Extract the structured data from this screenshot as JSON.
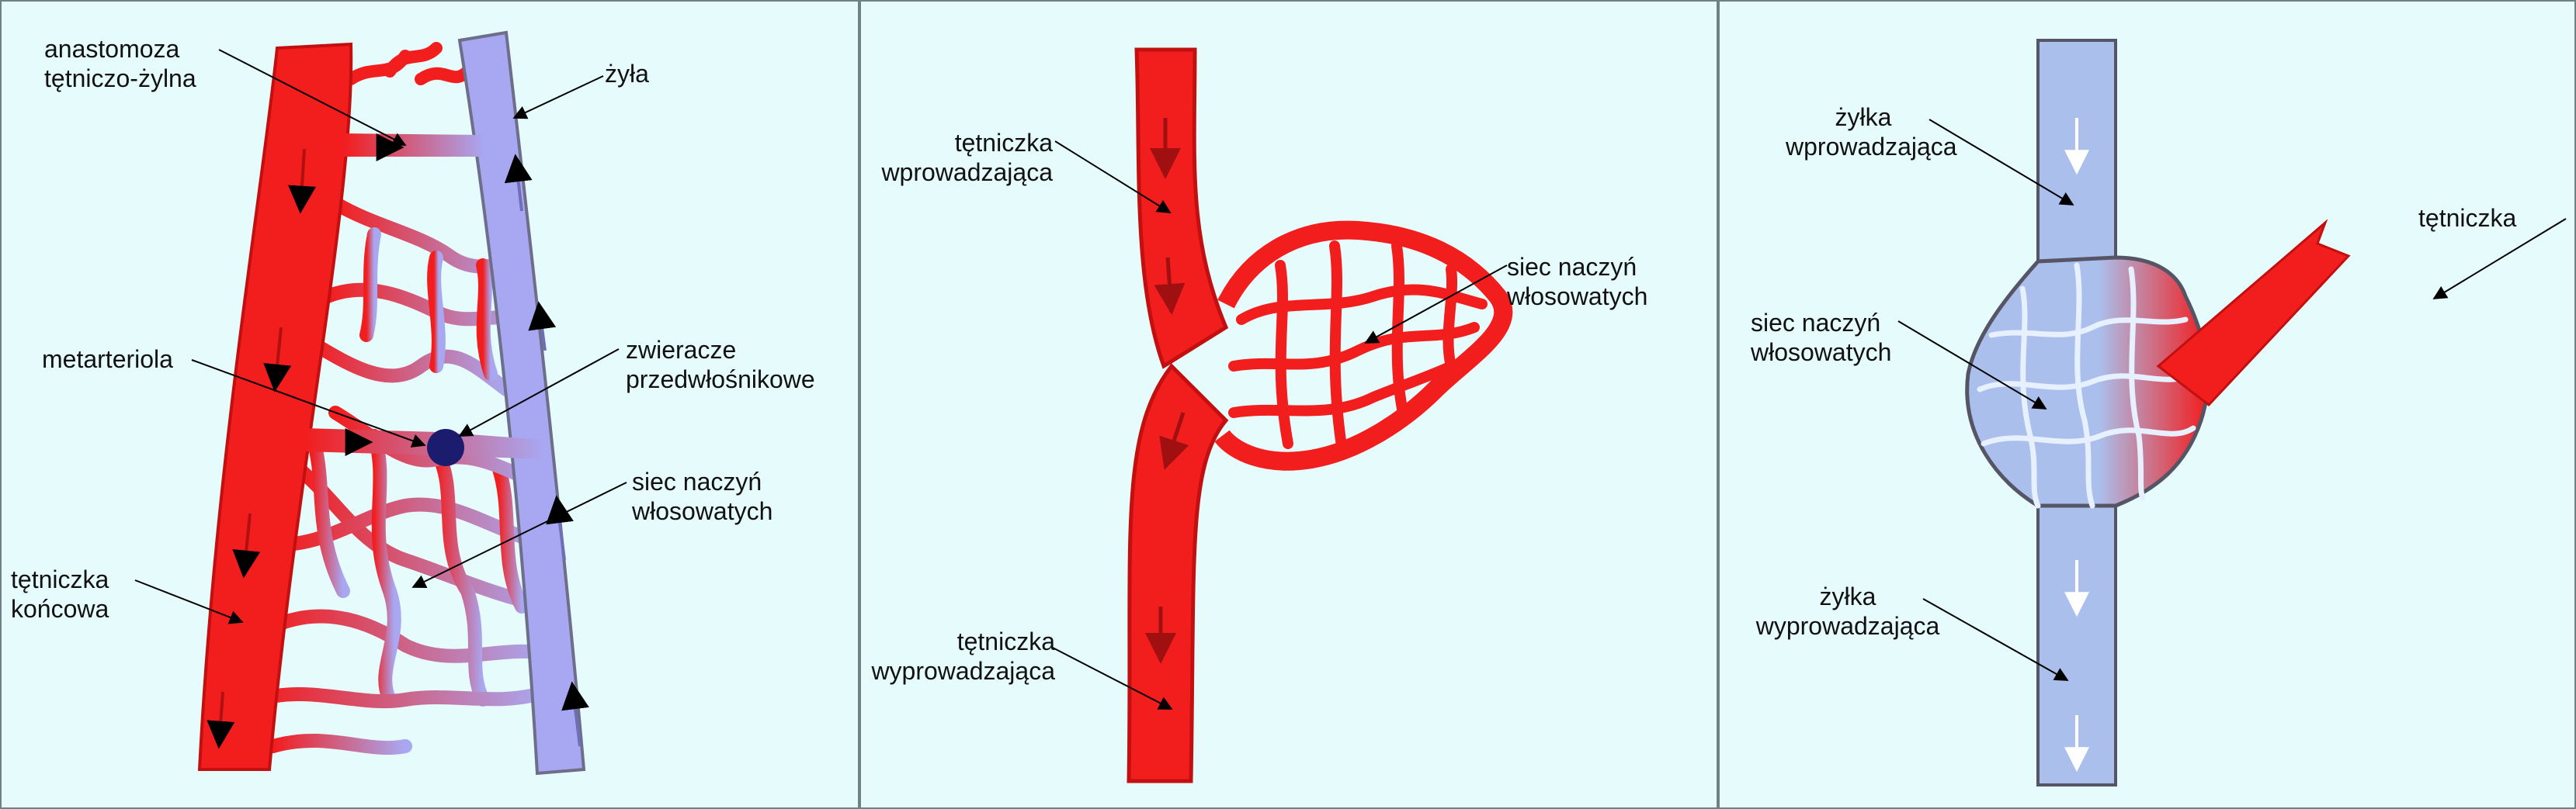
{
  "panels": [
    {
      "labels": {
        "anastomoza": [
          "anastomoza",
          "tętniczo-żylna"
        ],
        "zyla": [
          "żyła"
        ],
        "metarteriola": [
          "metarteriola"
        ],
        "zwieracze": [
          "zwieracze",
          "przedwłośnikowe"
        ],
        "siec": [
          "siec naczyń",
          "włosowatych"
        ],
        "tetniczka_koncowa": [
          "tętniczka",
          "końcowa"
        ]
      }
    },
    {
      "labels": {
        "wprowadzajaca": [
          "tętniczka",
          "wprowadzająca"
        ],
        "siec": [
          "siec naczyń",
          "włosowatych"
        ],
        "wyprowadzajaca": [
          "tętniczka",
          "wyprowadzająca"
        ]
      }
    },
    {
      "labels": {
        "zylka_wprowadzajaca": [
          "żyłka",
          "wprowadzająca"
        ],
        "tetniczka": [
          "tętniczka"
        ],
        "siec": [
          "siec naczyń",
          "włosowatych"
        ],
        "zylka_wyprowadzajaca": [
          "żyłka",
          "wyprowadzająca"
        ]
      }
    }
  ],
  "colors": {
    "artery": "#f21d1d",
    "artery_dark": "#c20f0f",
    "vein": "#a8a8f2",
    "vein_dark": "#6f6fb8",
    "venule": "#aabfec",
    "sphincter": "#1c1c6e",
    "background": "#e6fbfb"
  }
}
